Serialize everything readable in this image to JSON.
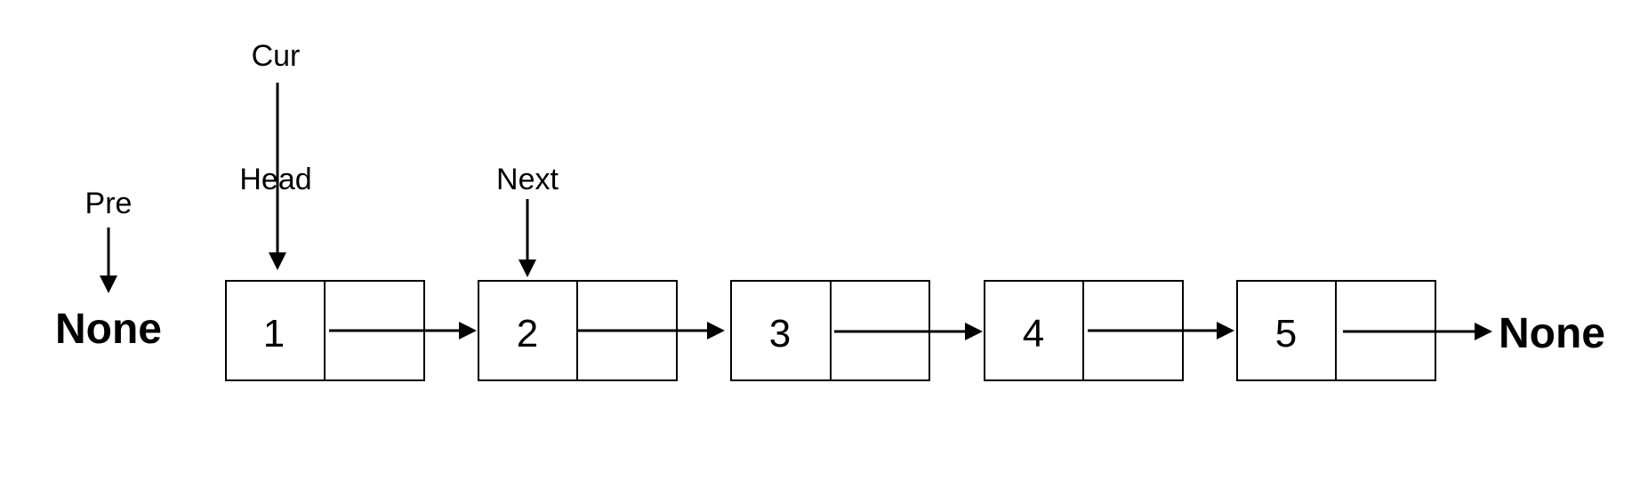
{
  "labels": {
    "pre": "Pre",
    "cur": "Cur",
    "head": "Head",
    "next": "Next"
  },
  "left_terminal": "None",
  "right_terminal": "None",
  "nodes": [
    {
      "value": "1"
    },
    {
      "value": "2"
    },
    {
      "value": "3"
    },
    {
      "value": "4"
    },
    {
      "value": "5"
    }
  ]
}
